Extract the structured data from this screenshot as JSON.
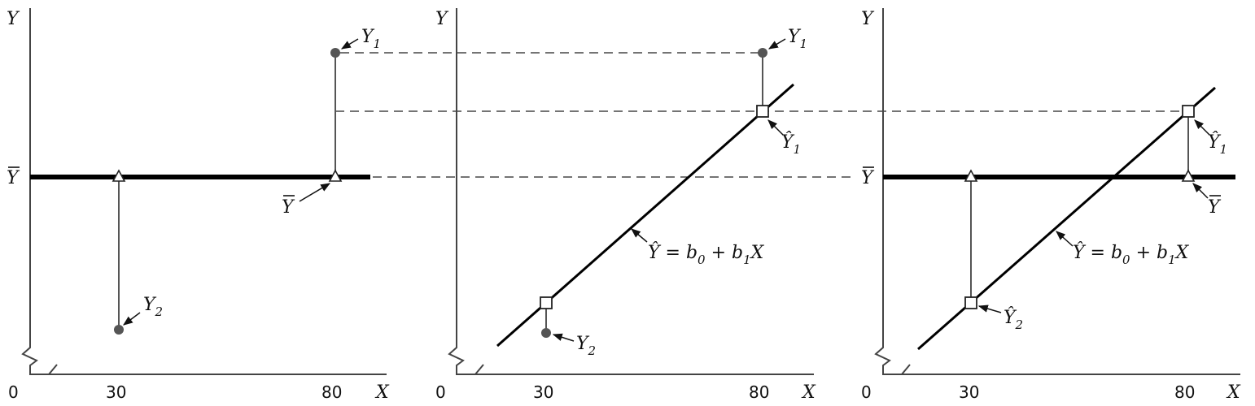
{
  "labels": {
    "y_axis": "Y",
    "x_axis": "X",
    "origin": "0",
    "ybar": "Y",
    "y1_base": "Y",
    "y1_sub": "1",
    "y2_base": "Y",
    "y2_sub": "2",
    "yhat1_base": "Ŷ",
    "yhat1_sub": "1",
    "yhat2_base": "Ŷ",
    "yhat2_sub": "2",
    "eq_lhs": "Ŷ = b",
    "eq_b0_sub": "0",
    "eq_mid": " + b",
    "eq_b1_sub": "1",
    "eq_rhs": "X"
  },
  "ticks": {
    "x1": "30",
    "x2": "80"
  },
  "panels": [
    {
      "id": "total-deviation",
      "shows": [
        "Y1",
        "Y2",
        "Ybar"
      ]
    },
    {
      "id": "residual-deviation",
      "shows": [
        "Y1",
        "Y2",
        "Yhat1",
        "Yhat2",
        "regression-line"
      ]
    },
    {
      "id": "regression-deviation",
      "shows": [
        "Yhat1",
        "Yhat2",
        "Ybar",
        "regression-line"
      ]
    }
  ],
  "equation": "Ŷ = b0 + b1X"
}
